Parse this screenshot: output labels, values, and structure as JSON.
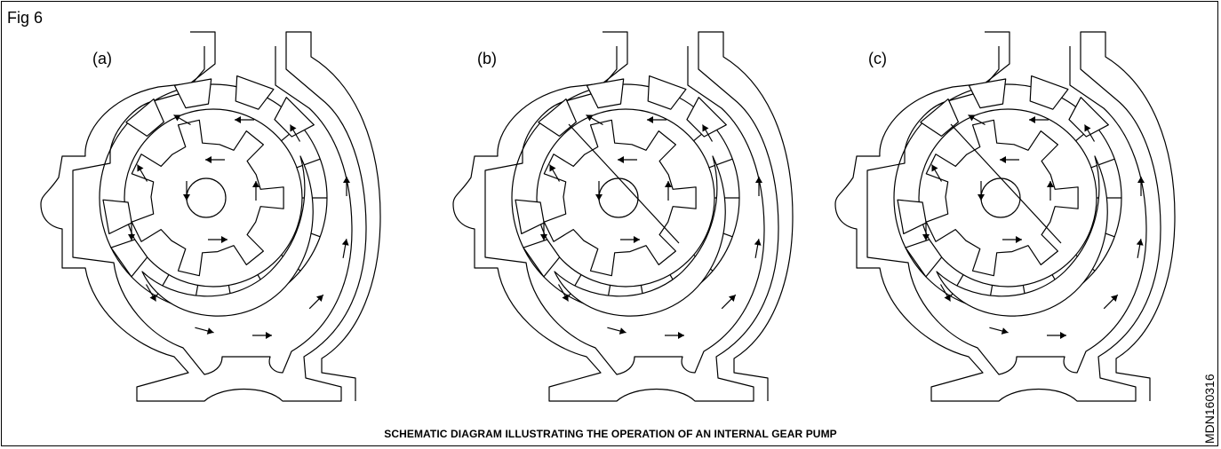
{
  "figure": {
    "label": "Fig 6",
    "caption": "SCHEMATIC DIAGRAM ILLUSTRATING THE OPERATION OF AN INTERNAL GEAR PUMP",
    "code": "MDN160316"
  },
  "panels": [
    {
      "label": "(a)",
      "divider": false
    },
    {
      "label": "(b)",
      "divider": true
    },
    {
      "label": "(c)",
      "divider": true
    }
  ],
  "colors": {
    "line": "#000000",
    "background": "#ffffff"
  }
}
